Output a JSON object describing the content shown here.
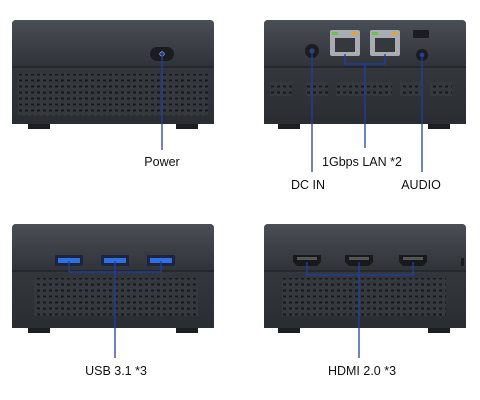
{
  "labels": {
    "power": "Power",
    "lan": "1Gbps LAN *2",
    "dc_in": "DC IN",
    "audio": "AUDIO",
    "usb": "USB 3.1 *3",
    "hdmi": "HDMI 2.0 *3"
  },
  "colors": {
    "callout_line": "#1f3fa6",
    "case_dark": "#2f3237",
    "case_mid": "#3a3e44",
    "port_blue": "#2f6fe0"
  }
}
